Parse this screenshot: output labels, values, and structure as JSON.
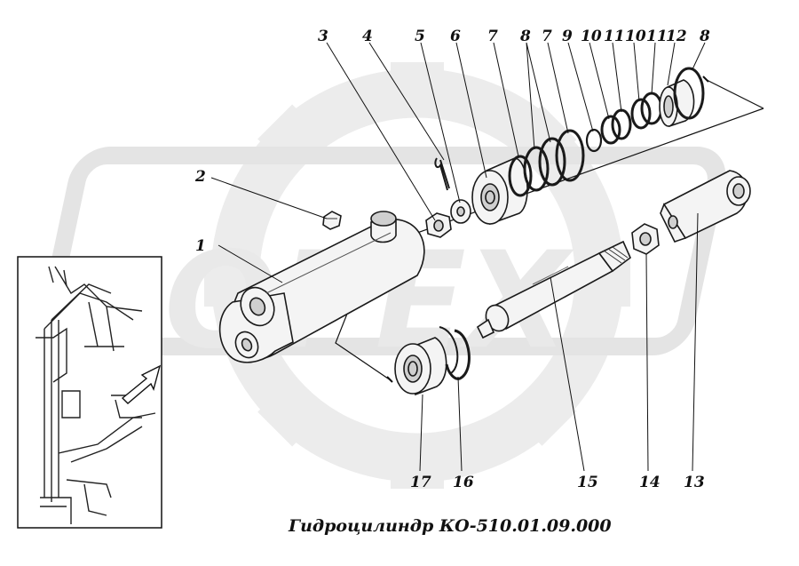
{
  "caption": "Гидроцилиндр КО-510.01.09.000",
  "watermark": "OPEX",
  "callouts": [
    {
      "id": "1",
      "label": "1"
    },
    {
      "id": "2",
      "label": "2"
    },
    {
      "id": "3",
      "label": "3"
    },
    {
      "id": "4",
      "label": "4"
    },
    {
      "id": "5",
      "label": "5"
    },
    {
      "id": "6",
      "label": "6"
    },
    {
      "id": "7a",
      "label": "7"
    },
    {
      "id": "8a",
      "label": "8"
    },
    {
      "id": "7b",
      "label": "7"
    },
    {
      "id": "9",
      "label": "9"
    },
    {
      "id": "10a",
      "label": "10"
    },
    {
      "id": "11a",
      "label": "11"
    },
    {
      "id": "10b",
      "label": "10"
    },
    {
      "id": "11b",
      "label": "11"
    },
    {
      "id": "12",
      "label": "12"
    },
    {
      "id": "8b",
      "label": "8"
    },
    {
      "id": "13",
      "label": "13"
    },
    {
      "id": "14",
      "label": "14"
    },
    {
      "id": "15",
      "label": "15"
    },
    {
      "id": "16",
      "label": "16"
    },
    {
      "id": "17",
      "label": "17"
    }
  ]
}
